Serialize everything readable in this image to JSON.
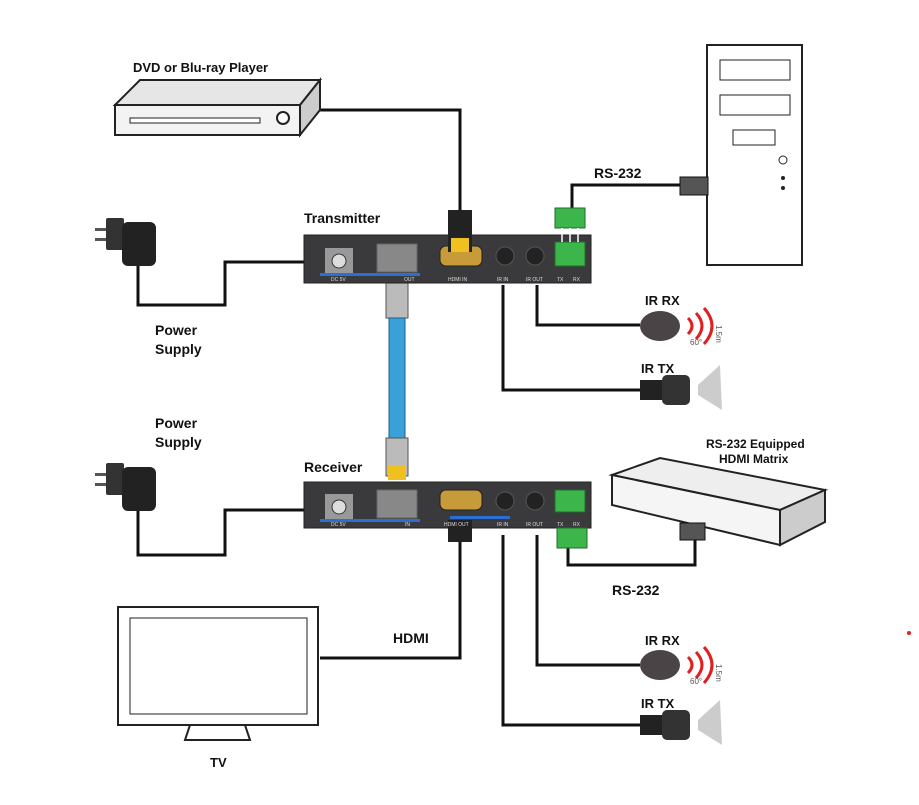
{
  "labels": {
    "dvd": "DVD or Blu-ray Player",
    "rs232_top": "RS-232",
    "transmitter": "Transmitter",
    "power_top_1": "Power",
    "power_top_2": "Supply",
    "ir_rx_top": "IR RX",
    "ir_tx_top": "IR TX",
    "power_bottom_1": "Power",
    "power_bottom_2": "Supply",
    "receiver": "Receiver",
    "matrix_1": "RS-232 Equipped",
    "matrix_2": "HDMI Matrix",
    "rs232_bottom": "RS-232",
    "hdmi": "HDMI",
    "ir_rx_bottom": "IR RX",
    "ir_tx_bottom": "IR TX",
    "tv": "TV"
  },
  "ports": {
    "dc": "DC 5V",
    "out": "OUT",
    "in": "IN",
    "hdmi_in": "HDMI IN",
    "hdmi_out": "HDMI OUT",
    "ir_in": "IR IN",
    "ir_out": "IR OUT",
    "tx": "TX",
    "rx": "RX"
  },
  "ir_range": {
    "distance": "1.5m",
    "angle": "60°"
  },
  "colors": {
    "cat_cable": "#3aa0d8",
    "hdmi_plug": "#f0c020",
    "terminal": "#3cb54a",
    "ir_wave": "#e02020",
    "unit_body": "#3a3a3c"
  }
}
